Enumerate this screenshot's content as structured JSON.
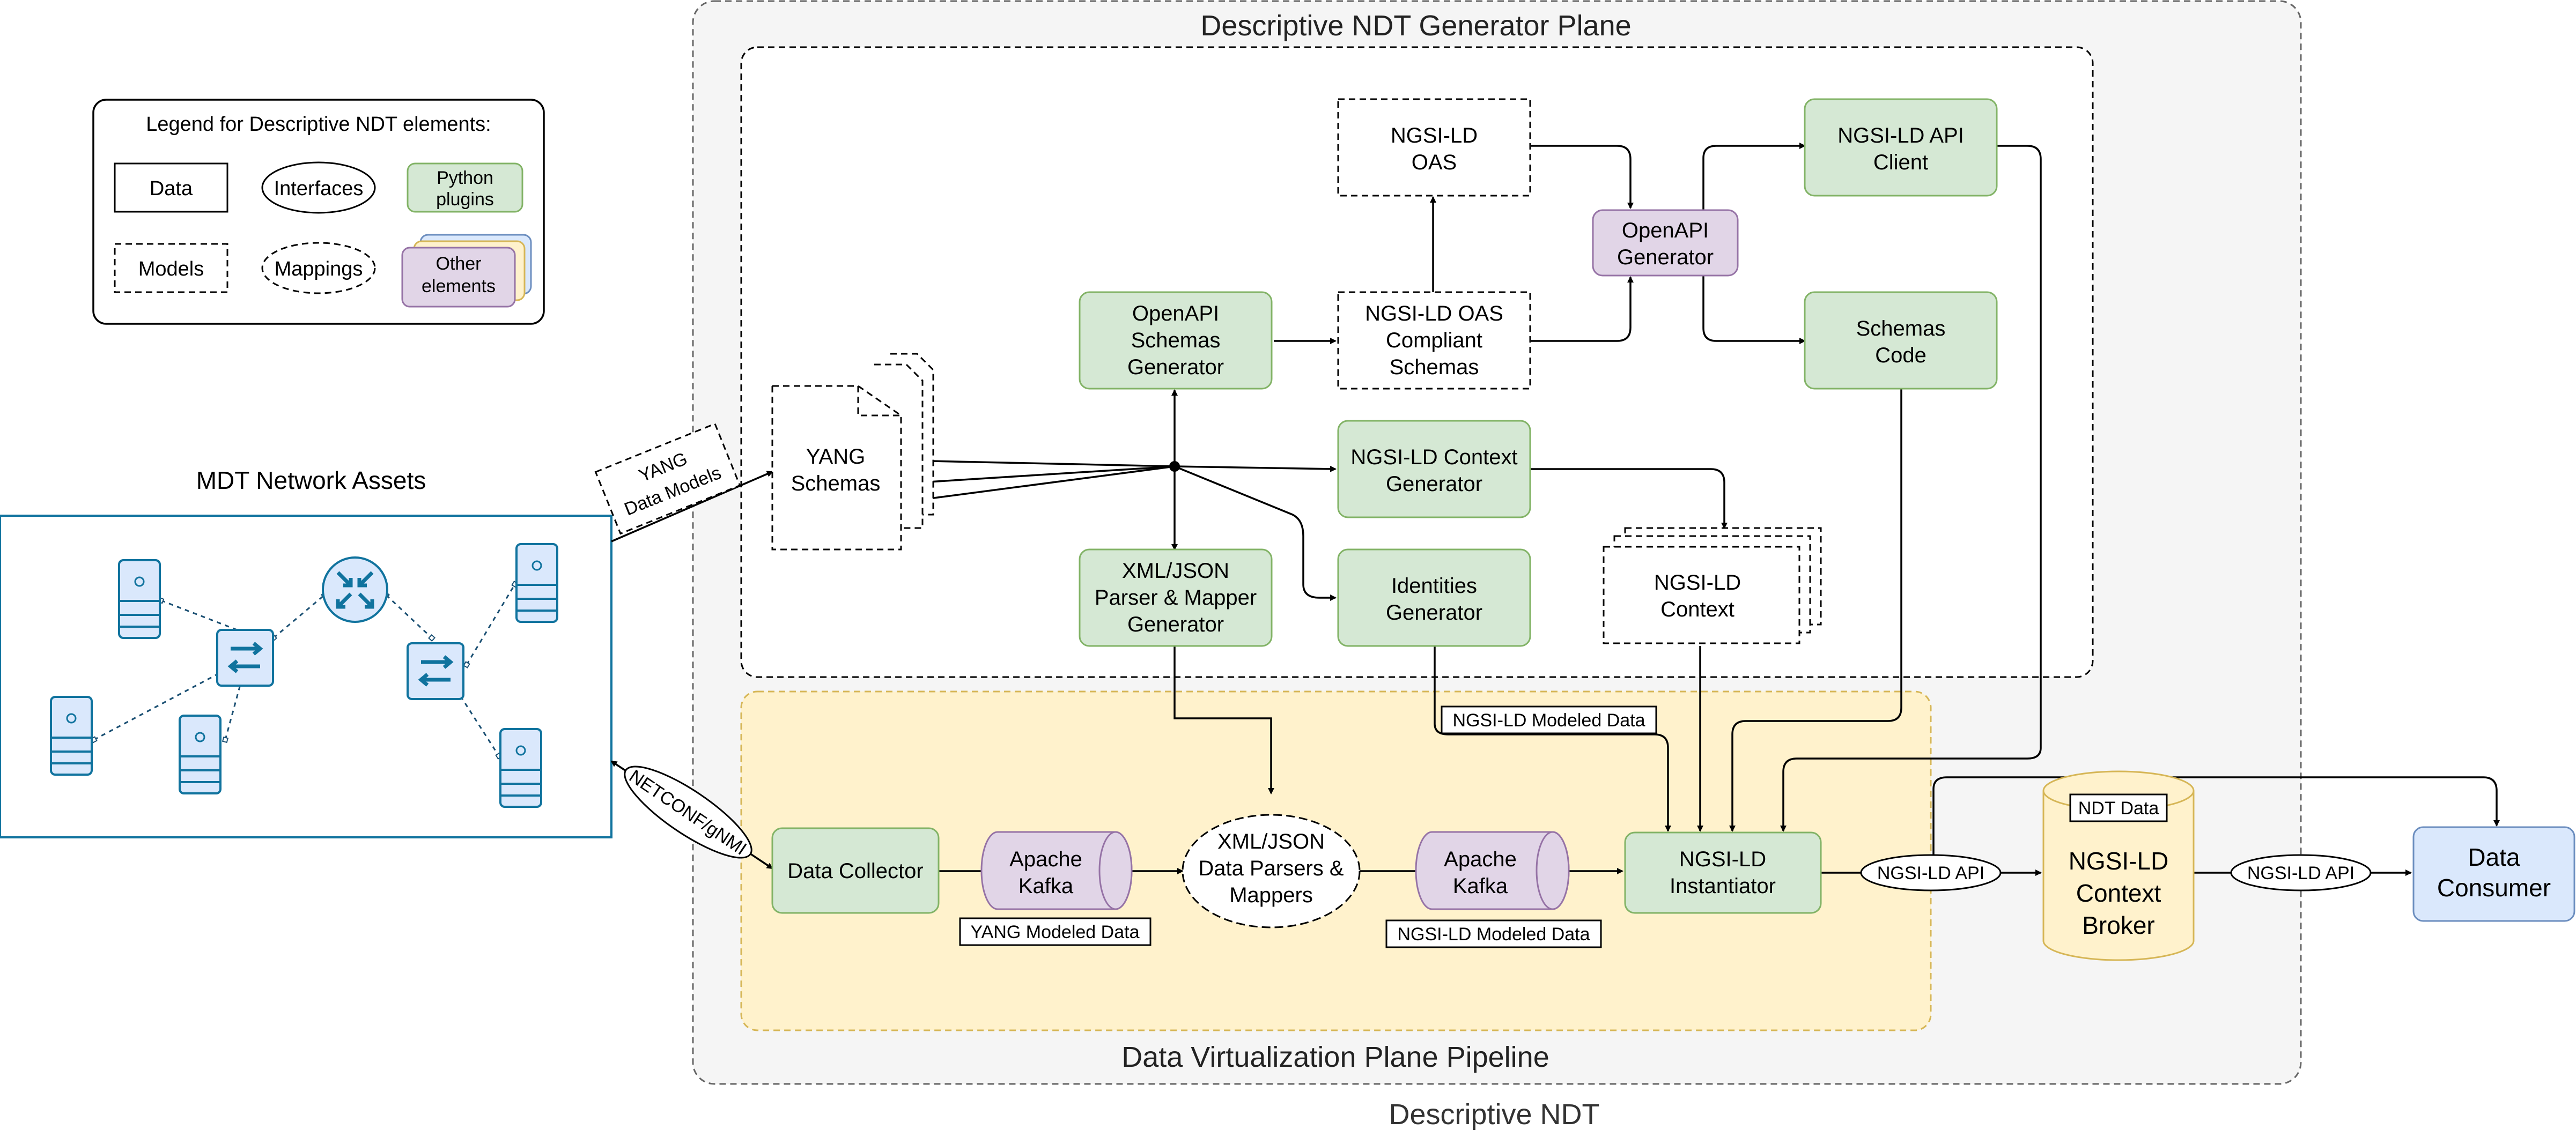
{
  "title": "Descriptive NDT",
  "planes": {
    "generator": "Descriptive NDT Generator Plane",
    "pipeline": "Data Virtualization Plane Pipeline"
  },
  "legend": {
    "title": "Legend for Descriptive NDT elements:",
    "data": "Data",
    "interfaces": "Interfaces",
    "python_plugins": [
      "Python",
      "plugins"
    ],
    "models": "Models",
    "mappings": "Mappings",
    "other_elements": [
      "Other",
      "elements"
    ]
  },
  "assets": {
    "title": "MDT Network Assets"
  },
  "nodes": {
    "ngsi_ld_oas": [
      "NGSI-LD",
      "OAS"
    ],
    "ngsi_ld_oas_schemas": [
      "NGSI-LD OAS",
      "Compliant",
      "Schemas"
    ],
    "openapi_schemas_generator": [
      "OpenAPI",
      "Schemas",
      "Generator"
    ],
    "openapi_generator": [
      "OpenAPI",
      "Generator"
    ],
    "ngsi_ld_api_client": [
      "NGSI-LD API",
      "Client"
    ],
    "schemas_code": [
      "Schemas",
      "Code"
    ],
    "yang_schemas": [
      "YANG",
      "Schemas"
    ],
    "ngsi_ld_context_generator": [
      "NGSI-LD Context",
      "Generator"
    ],
    "xml_json_parser_generator": [
      "XML/JSON",
      "Parser & Mapper",
      "Generator"
    ],
    "identities_generator": [
      "Identities",
      "Generator"
    ],
    "ngsi_ld_context": [
      "NGSI-LD",
      "Context"
    ],
    "data_collector": "Data Collector",
    "apache_kafka_1": [
      "Apache",
      "Kafka"
    ],
    "xml_json_parsers": [
      "XML/JSON",
      "Data Parsers &",
      "Mappers"
    ],
    "apache_kafka_2": [
      "Apache",
      "Kafka"
    ],
    "ngsi_ld_instantiator": [
      "NGSI-LD",
      "Instantiator"
    ],
    "context_broker": [
      "NGSI-LD",
      "Context",
      "Broker"
    ],
    "data_consumer": [
      "Data",
      "Consumer"
    ]
  },
  "edge_labels": {
    "yang_data_models": [
      "YANG",
      "Data Models"
    ],
    "netconf_gnmi": "NETCONF/gNMI",
    "ngsi_ld_modeled_data_top": "NGSI-LD Modeled Data",
    "yang_modeled_data": "YANG Modeled Data",
    "ngsi_ld_modeled_data_bottom": "NGSI-LD Modeled Data",
    "ngsi_ld_api_left": "NGSI-LD API",
    "ngsi_ld_api_right": "NGSI-LD API",
    "ndt_data": "NDT Data"
  },
  "colors": {
    "python_plugin_fill": "#d5e8d4",
    "python_plugin_stroke": "#82b366",
    "purple_fill": "#e1d5e7",
    "purple_stroke": "#9673a6",
    "yellow_fill": "#fff2cc",
    "yellow_stroke": "#d6b656",
    "blue_fill": "#dae8fc",
    "blue_stroke": "#6c8ebf",
    "outer_fill": "#f5f5f5",
    "asset_stroke": "#10739e"
  }
}
